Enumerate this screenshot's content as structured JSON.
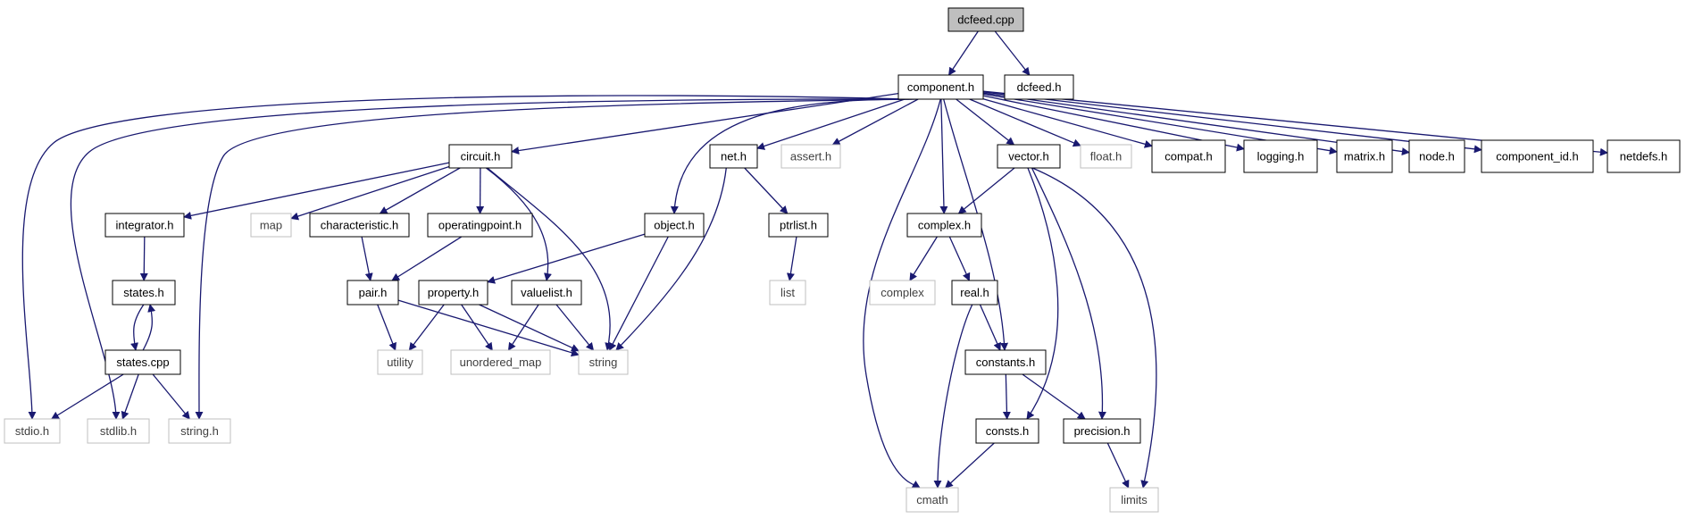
{
  "colors": {
    "edge": "#191970",
    "node_border": "#000000",
    "node_external_border": "#bfbfbf",
    "root_fill": "#bfbfbf",
    "node_fill": "#ffffff"
  },
  "nodes": [
    {
      "id": "dcfeed_cpp",
      "label": "dcfeed.cpp",
      "kind": "root"
    },
    {
      "id": "component_h",
      "label": "component.h",
      "kind": "file"
    },
    {
      "id": "dcfeed_h",
      "label": "dcfeed.h",
      "kind": "file"
    },
    {
      "id": "circuit_h",
      "label": "circuit.h",
      "kind": "file"
    },
    {
      "id": "net_h",
      "label": "net.h",
      "kind": "file"
    },
    {
      "id": "assert_h",
      "label": "assert.h",
      "kind": "external"
    },
    {
      "id": "vector_h",
      "label": "vector.h",
      "kind": "file"
    },
    {
      "id": "float_h",
      "label": "float.h",
      "kind": "external"
    },
    {
      "id": "compat_h",
      "label": "compat.h",
      "kind": "file"
    },
    {
      "id": "logging_h",
      "label": "logging.h",
      "kind": "file"
    },
    {
      "id": "matrix_h",
      "label": "matrix.h",
      "kind": "file"
    },
    {
      "id": "node_h",
      "label": "node.h",
      "kind": "file"
    },
    {
      "id": "component_id_h",
      "label": "component_id.h",
      "kind": "file"
    },
    {
      "id": "netdefs_h",
      "label": "netdefs.h",
      "kind": "file"
    },
    {
      "id": "integrator_h",
      "label": "integrator.h",
      "kind": "file"
    },
    {
      "id": "map",
      "label": "map",
      "kind": "external"
    },
    {
      "id": "characteristic_h",
      "label": "characteristic.h",
      "kind": "file"
    },
    {
      "id": "operatingpoint_h",
      "label": "operatingpoint.h",
      "kind": "file"
    },
    {
      "id": "object_h",
      "label": "object.h",
      "kind": "file"
    },
    {
      "id": "ptrlist_h",
      "label": "ptrlist.h",
      "kind": "file"
    },
    {
      "id": "complex_h",
      "label": "complex.h",
      "kind": "file"
    },
    {
      "id": "states_h",
      "label": "states.h",
      "kind": "file"
    },
    {
      "id": "pair_h",
      "label": "pair.h",
      "kind": "file"
    },
    {
      "id": "property_h",
      "label": "property.h",
      "kind": "file"
    },
    {
      "id": "valuelist_h",
      "label": "valuelist.h",
      "kind": "file"
    },
    {
      "id": "list",
      "label": "list",
      "kind": "external"
    },
    {
      "id": "complex",
      "label": "complex",
      "kind": "external"
    },
    {
      "id": "real_h",
      "label": "real.h",
      "kind": "file"
    },
    {
      "id": "states_cpp",
      "label": "states.cpp",
      "kind": "file"
    },
    {
      "id": "utility",
      "label": "utility",
      "kind": "external"
    },
    {
      "id": "unordered_map",
      "label": "unordered_map",
      "kind": "external"
    },
    {
      "id": "string",
      "label": "string",
      "kind": "external"
    },
    {
      "id": "constants_h",
      "label": "constants.h",
      "kind": "file"
    },
    {
      "id": "stdio_h",
      "label": "stdio.h",
      "kind": "external"
    },
    {
      "id": "stdlib_h",
      "label": "stdlib.h",
      "kind": "external"
    },
    {
      "id": "string_h",
      "label": "string.h",
      "kind": "external"
    },
    {
      "id": "consts_h",
      "label": "consts.h",
      "kind": "file"
    },
    {
      "id": "precision_h",
      "label": "precision.h",
      "kind": "file"
    },
    {
      "id": "cmath",
      "label": "cmath",
      "kind": "external"
    },
    {
      "id": "limits",
      "label": "limits",
      "kind": "external"
    }
  ],
  "edges": [
    [
      "dcfeed_cpp",
      "component_h"
    ],
    [
      "dcfeed_cpp",
      "dcfeed_h"
    ],
    [
      "component_h",
      "stdio_h"
    ],
    [
      "component_h",
      "stdlib_h"
    ],
    [
      "component_h",
      "string_h"
    ],
    [
      "component_h",
      "circuit_h"
    ],
    [
      "component_h",
      "object_h"
    ],
    [
      "component_h",
      "net_h"
    ],
    [
      "component_h",
      "assert_h"
    ],
    [
      "component_h",
      "cmath"
    ],
    [
      "component_h",
      "complex_h"
    ],
    [
      "component_h",
      "constants_h"
    ],
    [
      "component_h",
      "vector_h"
    ],
    [
      "component_h",
      "float_h"
    ],
    [
      "component_h",
      "compat_h"
    ],
    [
      "component_h",
      "logging_h"
    ],
    [
      "component_h",
      "matrix_h"
    ],
    [
      "component_h",
      "node_h"
    ],
    [
      "component_h",
      "component_id_h"
    ],
    [
      "component_h",
      "netdefs_h"
    ],
    [
      "circuit_h",
      "integrator_h"
    ],
    [
      "circuit_h",
      "map"
    ],
    [
      "circuit_h",
      "characteristic_h"
    ],
    [
      "circuit_h",
      "operatingpoint_h"
    ],
    [
      "circuit_h",
      "valuelist_h"
    ],
    [
      "circuit_h",
      "string"
    ],
    [
      "integrator_h",
      "states_h"
    ],
    [
      "states_h",
      "states_cpp"
    ],
    [
      "states_cpp",
      "states_h"
    ],
    [
      "states_cpp",
      "stdio_h"
    ],
    [
      "states_cpp",
      "stdlib_h"
    ],
    [
      "states_cpp",
      "string_h"
    ],
    [
      "characteristic_h",
      "pair_h"
    ],
    [
      "operatingpoint_h",
      "pair_h"
    ],
    [
      "pair_h",
      "utility"
    ],
    [
      "pair_h",
      "string"
    ],
    [
      "object_h",
      "property_h"
    ],
    [
      "object_h",
      "string"
    ],
    [
      "property_h",
      "utility"
    ],
    [
      "property_h",
      "unordered_map"
    ],
    [
      "property_h",
      "string"
    ],
    [
      "valuelist_h",
      "unordered_map"
    ],
    [
      "valuelist_h",
      "string"
    ],
    [
      "net_h",
      "ptrlist_h"
    ],
    [
      "net_h",
      "string"
    ],
    [
      "ptrlist_h",
      "list"
    ],
    [
      "vector_h",
      "complex_h"
    ],
    [
      "vector_h",
      "consts_h"
    ],
    [
      "vector_h",
      "precision_h"
    ],
    [
      "vector_h",
      "limits"
    ],
    [
      "complex_h",
      "complex"
    ],
    [
      "complex_h",
      "real_h"
    ],
    [
      "real_h",
      "constants_h"
    ],
    [
      "real_h",
      "cmath"
    ],
    [
      "constants_h",
      "consts_h"
    ],
    [
      "constants_h",
      "precision_h"
    ],
    [
      "consts_h",
      "cmath"
    ],
    [
      "precision_h",
      "limits"
    ]
  ]
}
